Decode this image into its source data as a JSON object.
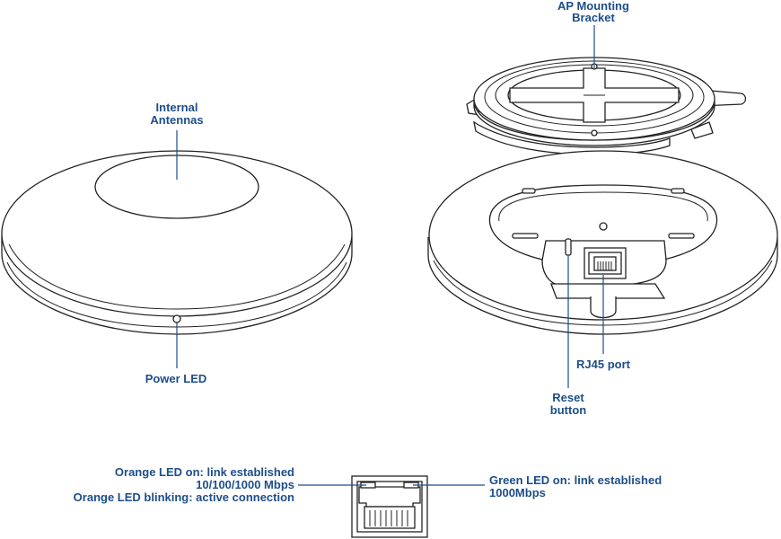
{
  "labels": {
    "internal_antennas_1": "Internal",
    "internal_antennas_2": "Antennas",
    "power_led": "Power LED",
    "bracket_1": "AP Mounting",
    "bracket_2": "Bracket",
    "rj45_port": "RJ45 port",
    "reset_1": "Reset",
    "reset_2": "button",
    "orange_1": "Orange LED on: link established",
    "orange_2": "10/100/1000 Mbps",
    "orange_3": "Orange LED blinking: active connection",
    "green_1": "Green LED on: link established",
    "green_2": "1000Mbps"
  },
  "colors": {
    "label": "#1d4e89",
    "outline": "#222222",
    "background": "#ffffff"
  }
}
